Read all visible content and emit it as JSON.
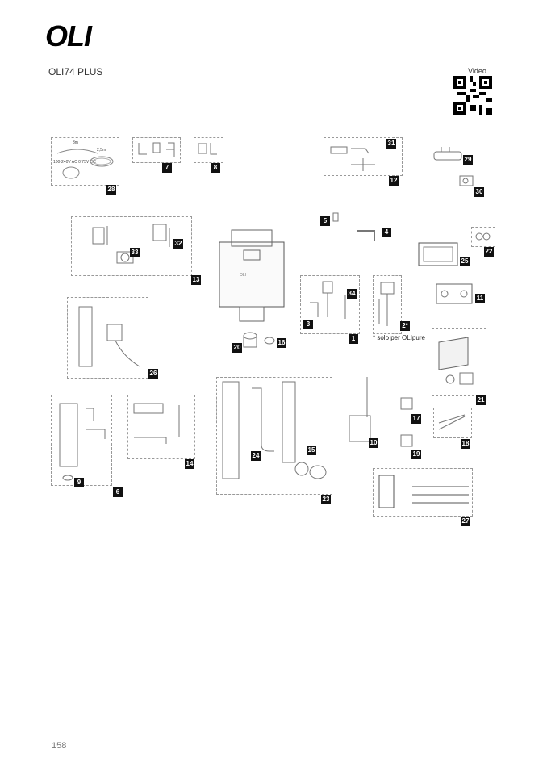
{
  "brand": "OLI",
  "product_title": "OLI74 PLUS",
  "video_label": "Video",
  "note": "* solo per OLIpure",
  "page_number": "158",
  "part28_text": {
    "cable1": "3m",
    "cable2": "2,5m",
    "power": "100-240V AC 0,75V DC"
  },
  "labels": {
    "l1": "1",
    "l2": "2*",
    "l3": "3",
    "l4": "4",
    "l5": "5",
    "l6": "6",
    "l7": "7",
    "l8": "8",
    "l9": "9",
    "l10": "10",
    "l11": "11",
    "l12": "12",
    "l13": "13",
    "l14": "14",
    "l15": "15",
    "l16": "16",
    "l17": "17",
    "l18": "18",
    "l19": "19",
    "l20": "20",
    "l21": "21",
    "l22": "22",
    "l23": "23",
    "l24": "24",
    "l25": "25",
    "l26": "26",
    "l27": "27",
    "l28": "28",
    "l29": "29",
    "l30": "30",
    "l31": "31",
    "l32": "32",
    "l33": "33",
    "l34": "34"
  }
}
